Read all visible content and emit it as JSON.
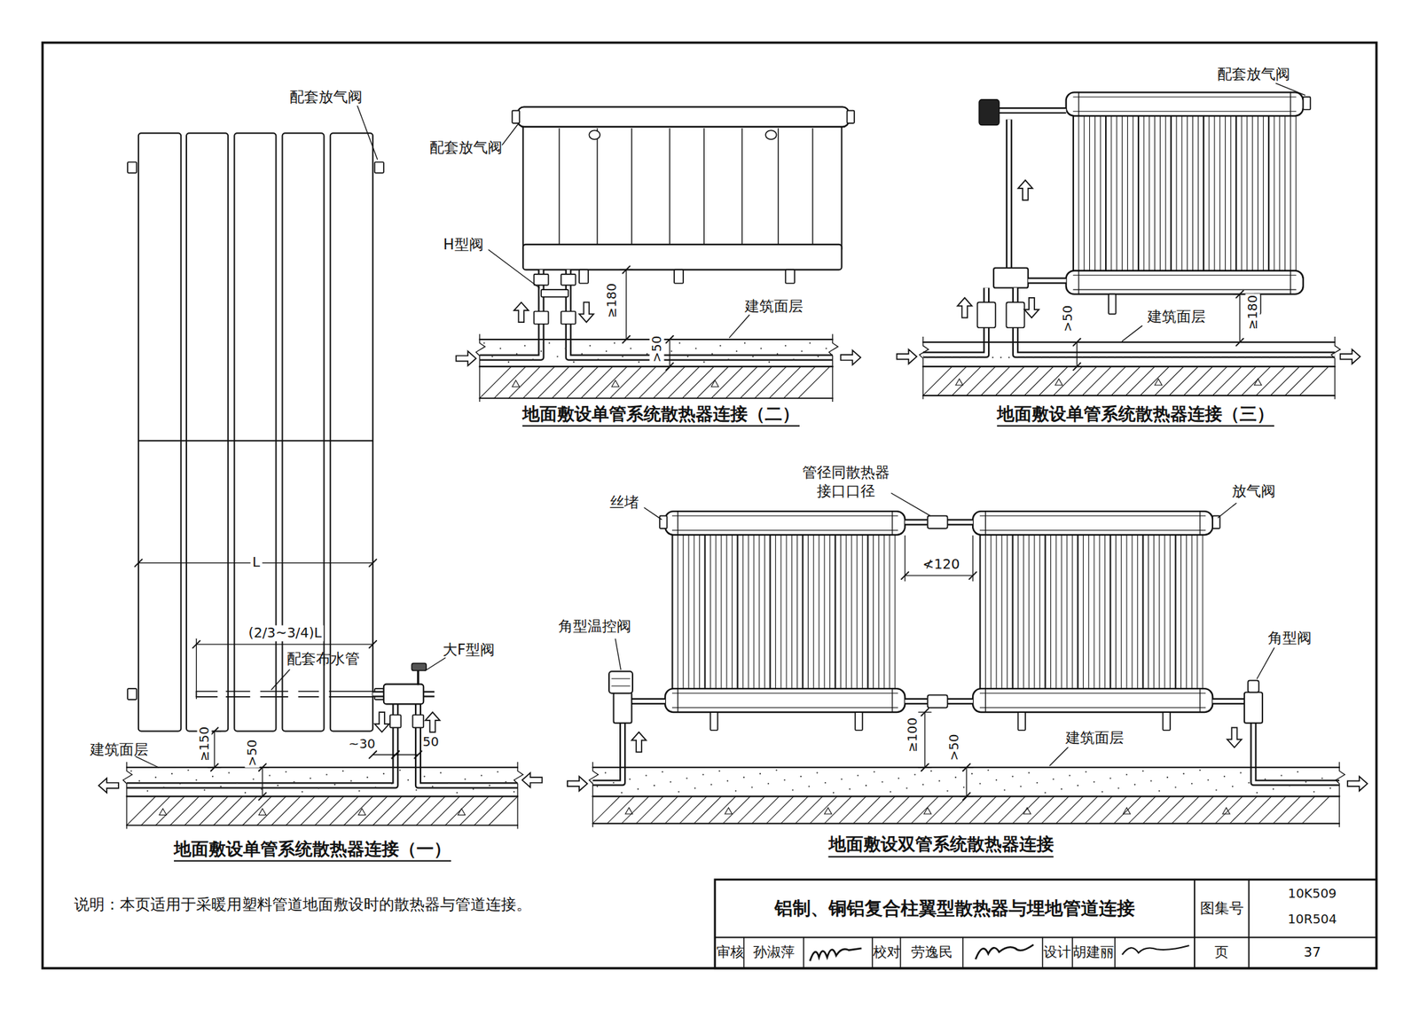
{
  "diagram": {
    "title": "铝制、铜铝复合柱翼型散热器与埋地管道连接",
    "labels": [
      "配套放气阀",
      "配套放气阀",
      "H型阀",
      "≥180",
      ">50",
      "建筑面层",
      "地面敷设单管系统散热器连接（二）",
      "配套放气阀",
      ">50",
      "建筑面层",
      "≥180",
      "地面敷设单管系统散热器连接（三）",
      "L",
      "(2/3~3/4)L",
      "配套布水管",
      "大F型阀",
      "建筑面层",
      "≥150",
      ">50",
      "~30",
      "50",
      "地面敷设单管系统散热器连接（一）",
      "管径同散热器 接口口径",
      "丝堵",
      "放气阀",
      "≮120",
      "角型温控阀",
      "角型阀",
      "≥100",
      ">50",
      "建筑面层",
      "地面敷设双管系统散热器连接",
      "说明：本页适用于采暖用塑料管道地面敷设时的散热器与管道连接。",
      "图集号",
      "10K509",
      "10R504",
      "审核",
      "孙淑萍",
      "校对",
      "劳逸民",
      "设计",
      "胡建丽",
      "页",
      "37"
    ]
  }
}
